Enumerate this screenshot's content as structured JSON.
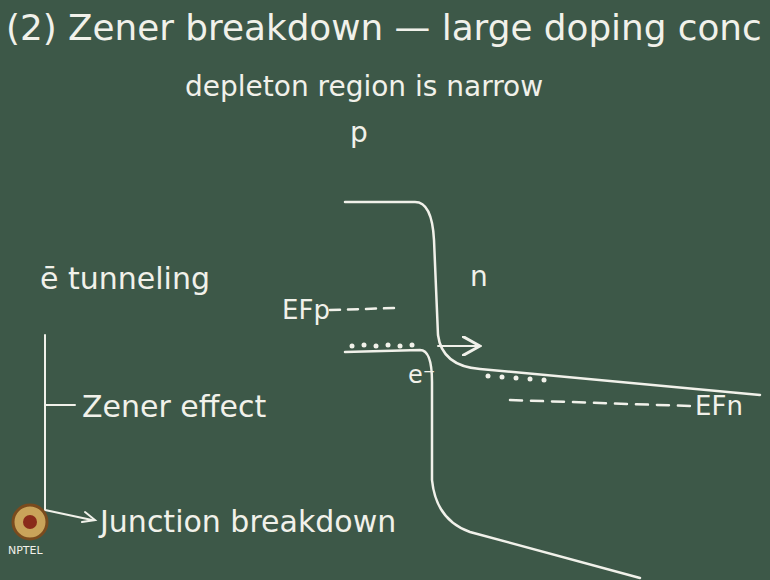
{
  "diagram": {
    "title": "(2) Zener breakdown — large doping conc",
    "labels": [
      "depleton region is narrow",
      "p",
      "ē tunneling",
      "EFp",
      "n",
      "e⁻",
      "EFn",
      "Zener effect",
      "Junction breakdown",
      "NPTEL"
    ]
  }
}
